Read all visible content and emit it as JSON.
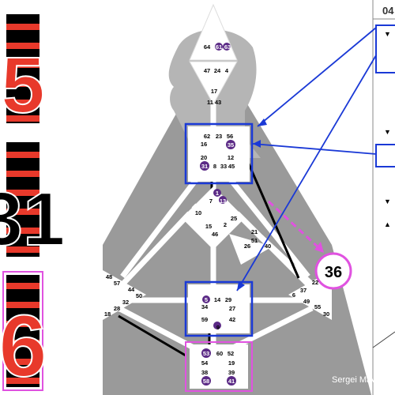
{
  "header": {
    "number": "04"
  },
  "badges": {
    "pink_number": "36"
  },
  "hexagram_panels": [
    {
      "digit": "5"
    },
    {
      "digit": "31"
    },
    {
      "digit": "6"
    }
  ],
  "centers": {
    "head": {
      "gates": [
        "64",
        "61",
        "63"
      ]
    },
    "ajna": {
      "gates": [
        "47",
        "24",
        "4"
      ]
    },
    "ajna_lower": {
      "gates": [
        "17",
        "11",
        "43"
      ]
    },
    "throat": {
      "gates": [
        "62",
        "23",
        "56",
        "16",
        "35",
        "20",
        "12",
        "31",
        "8",
        "33",
        "45"
      ]
    },
    "g": {
      "gates": [
        "1",
        "7",
        "13",
        "10",
        "25",
        "15",
        "2",
        "46"
      ]
    },
    "ego": {
      "gates": [
        "21",
        "51",
        "26",
        "40"
      ]
    },
    "spleen": {
      "gates": [
        "48",
        "57",
        "44",
        "50",
        "32",
        "28",
        "18"
      ]
    },
    "solar": {
      "gates": [
        "22",
        "36",
        "37",
        "6",
        "49",
        "55",
        "30"
      ]
    },
    "sacral": {
      "gates": [
        "5",
        "14",
        "29",
        "34",
        "27",
        "59",
        "42",
        "3",
        "9"
      ]
    },
    "root": {
      "gates": [
        "53",
        "60",
        "52",
        "54",
        "19",
        "38",
        "39",
        "58",
        "41"
      ]
    }
  },
  "footer": {
    "credit": "Sergei Mavlat"
  },
  "colors": {
    "blue": "#1a39d6",
    "pink": "#e052e0",
    "purple": "#5b2a86",
    "red": "#e8392b"
  }
}
